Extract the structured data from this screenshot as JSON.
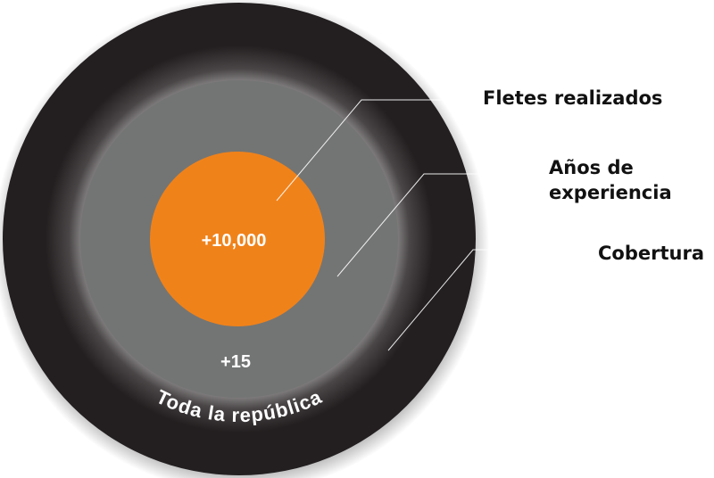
{
  "rings": {
    "outer": {
      "label": "Toda la república",
      "color": "#231f20"
    },
    "middle": {
      "label": "+15",
      "color": "#737574"
    },
    "inner": {
      "label": "+10,000",
      "color": "#f0821a"
    }
  },
  "callouts": {
    "fletes": "Fletes realizados",
    "anos_line1": "Años de",
    "anos_line2": "experiencia",
    "cobertura": "Cobertura"
  }
}
